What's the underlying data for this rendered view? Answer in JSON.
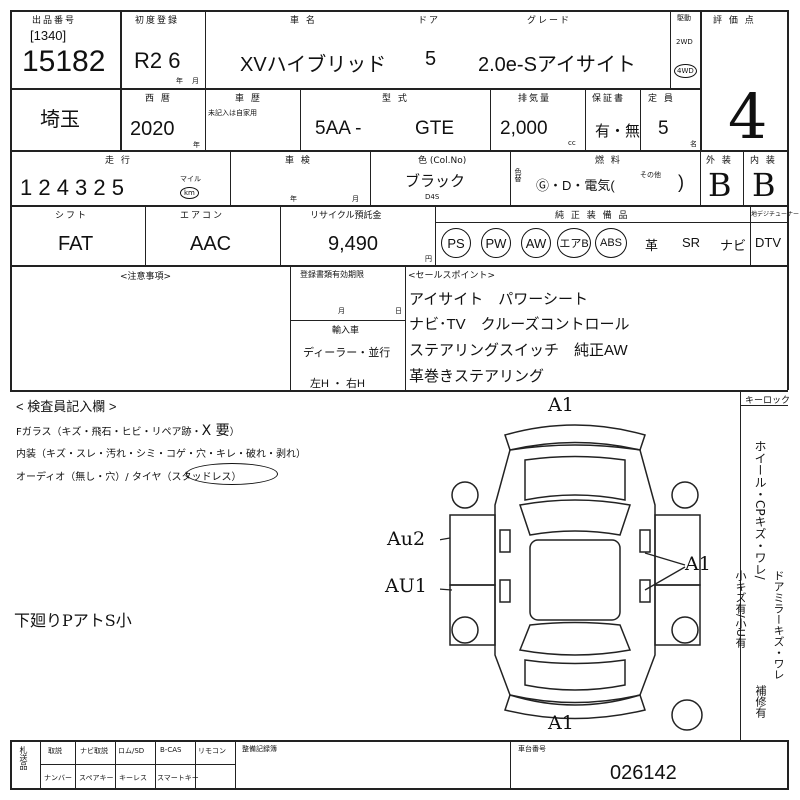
{
  "header_top": {
    "code_label": "出品番号",
    "lot_small": "[1340]",
    "lot_number": "15182",
    "first_reg_label": "初度登録",
    "first_reg": "R2  6",
    "year_mark": "年",
    "month_mark": "月",
    "name_label": "車 名",
    "car_name": "XVハイブリッド",
    "door_label": "ドア",
    "doors": "5",
    "grade_label": "グレード",
    "grade": "2.0e-Sアイサイト",
    "drive_label": "駆動",
    "drive_2wd": "2WD",
    "drive_4wd": "4WD",
    "score_label": "評 価 点",
    "score": "4"
  },
  "row2": {
    "region": "埼玉",
    "era_label": "西 暦",
    "year": "2020",
    "year_mark": "年",
    "vehicle_label": "車 歴",
    "vehicle_note": "未記入は自家用",
    "model_label": "型 式",
    "model_prefix": "5AA -",
    "model_code": "GTE",
    "displacement_label": "排気量",
    "displacement": "2,000",
    "cc": "cc",
    "warranty_label": "保証書",
    "warranty": "有・無",
    "seats_label": "定 員",
    "seats": "5",
    "seats_unit": "名"
  },
  "row3": {
    "mileage_label": "走 行",
    "mileage": "1 2 4  3 2 5",
    "mile_unit": "マイル",
    "km_unit": "km",
    "inspection_label": "車 検",
    "insp_year": "年",
    "insp_month": "月",
    "color_label": "色 (Col.No)",
    "color": "ブラック",
    "color_code": "D4S",
    "recolor_label": "色替",
    "fuel_label": "燃 料",
    "fuel_options": "Ⓖ・D・電気(",
    "fuel_other": "その他",
    "fuel_close": ")",
    "exterior_label": "外 装",
    "exterior": "B",
    "interior_label": "内 装",
    "interior": "B"
  },
  "row4": {
    "shift_label": "シフト",
    "shift": "FAT",
    "ac_label": "エアコン",
    "ac": "AAC",
    "recycle_label": "リサイクル預託金",
    "recycle": "9,490",
    "yen": "円",
    "equip_label": "純 正 装 備 品",
    "tuner_label": "地デジチューナー",
    "equipment": [
      "PS",
      "PW",
      "AW",
      "エアB",
      "ABS"
    ],
    "equipment_plain": [
      "革",
      "SR",
      "ナビ",
      "DTV"
    ]
  },
  "notes": {
    "caution_label": "<注意事項>",
    "reg_expiry_label": "登録書類有効期限",
    "month": "月",
    "day": "日",
    "import_label": "輸入車",
    "dealer": "ディーラー・並行",
    "handle": "左H ・ 右H",
    "sales_label": "<セールスポイント>",
    "sales_points": [
      "アイサイト　パワーシート",
      "ナビ･TV　クルーズコントロール",
      "ステアリングスイッチ　純正AW",
      "革巻きステアリング"
    ]
  },
  "inspector": {
    "title": "< 検査員記入欄 >",
    "glass": "Fガラス（キズ・飛石・ヒビ・リペア跡・",
    "glass_x": "X 要",
    "glass_close": "）",
    "interior_line": "内装（キズ・スレ・汚れ・シミ・コゲ・穴・キレ・破れ・剥れ）",
    "audio_line": "オーディオ（無し・穴）/ タイヤ（スタッドレス）",
    "handwritten": "下廻りPアトS小",
    "key_label": "キーロック",
    "side_legend": [
      "ホイール・CPキズ・ワレ/",
      "小キズ有/小U有",
      "ドアミラーキズ・ワレ",
      "補修有"
    ]
  },
  "diagram_marks": {
    "front": "A1",
    "rear": "A1",
    "left_top": "Au2",
    "left_bottom": "AU1",
    "right": "A1"
  },
  "footer": {
    "left_label": "札送品",
    "items_row1": [
      "取説",
      "ナビ取説",
      "ロム/SD",
      "B-CAS",
      "リモコン"
    ],
    "items_row2": [
      "ナンバー",
      "スペアキー",
      "キーレス",
      "スマートキー"
    ],
    "record_label": "整備記録簿",
    "chassis_label": "車台番号",
    "chassis": "026142"
  }
}
